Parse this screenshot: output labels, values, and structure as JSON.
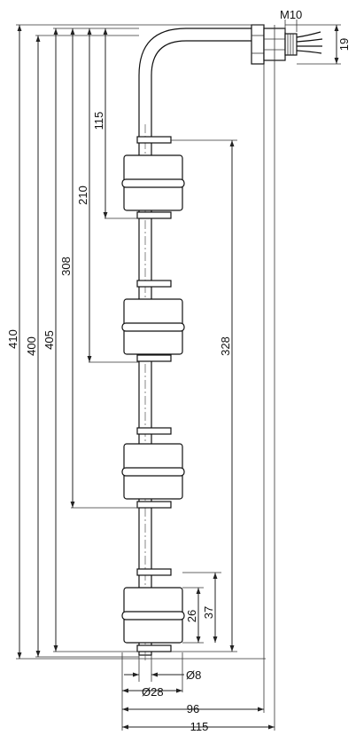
{
  "dimensions": {
    "thread": "M10",
    "head_height": "19",
    "first_float": "115",
    "second_float": "210",
    "third_float": "308",
    "float_span": "328",
    "overall_a": "410",
    "overall_b": "400",
    "overall_c": "405",
    "stop_ring": "37",
    "float_height": "26",
    "stem_diameter": "Ø8",
    "float_diameter": "Ø28",
    "horizontal_a": "96",
    "horizontal_b": "115"
  },
  "colors": {
    "line": "#111111",
    "background": "#ffffff"
  }
}
